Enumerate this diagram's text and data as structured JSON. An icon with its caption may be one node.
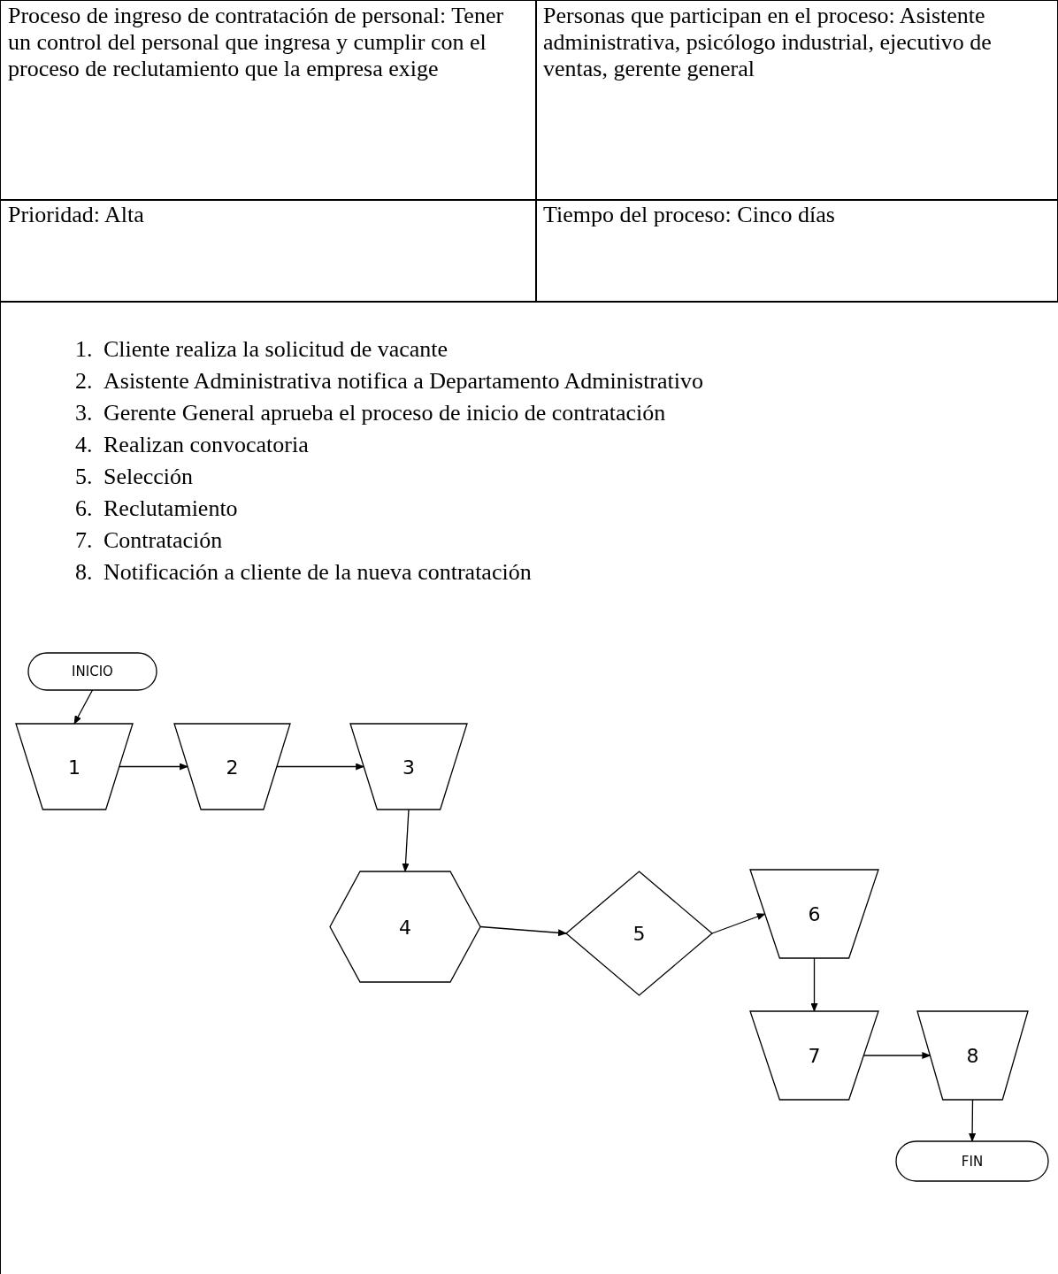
{
  "diagram": {
    "nodes": [
      {
        "text": [
          "INICIO"
        ]
      },
      {
        "text": [
          "1"
        ]
      },
      {
        "text": [
          "2"
        ]
      },
      {
        "text": [
          "3"
        ]
      },
      {
        "text": [
          "4"
        ]
      },
      {
        "text": [
          "5"
        ]
      },
      {
        "text": [
          "6"
        ]
      },
      {
        "text": [
          "7"
        ]
      },
      {
        "text": [
          "8"
        ]
      },
      {
        "text": [
          "FIN"
        ]
      }
    ],
    "edges": [
      {
        "from": 0,
        "to": 1,
        "arrow": "to"
      },
      {
        "from": 1,
        "to": 2,
        "arrow": "to"
      },
      {
        "from": 2,
        "to": 3,
        "arrow": "to"
      },
      {
        "from": 3,
        "to": 4,
        "arrow": "to"
      },
      {
        "from": 4,
        "to": 5,
        "arrow": "to"
      },
      {
        "from": 5,
        "to": 6,
        "arrow": "to"
      },
      {
        "from": 6,
        "to": 7,
        "arrow": "to"
      },
      {
        "from": 7,
        "to": 8,
        "arrow": "to"
      },
      {
        "from": 8,
        "to": 9,
        "arrow": "to"
      }
    ],
    "labels": [
      "Proceso de ingreso de contratación de personal: Tener un control del personal que ingresa y cumplir con  el proceso de reclutamiento que la empresa exige",
      "Personas que participan en el proceso: Asistente administrativa, psicólogo industrial, ejecutivo de ventas, gerente general",
      "Prioridad: Alta",
      "Tiempo del proceso: Cinco días",
      "1.",
      "Cliente realiza la solicitud de vacante",
      "2.",
      "Asistente Administrativa notifica a Departamento Administrativo",
      "3.",
      "Gerente General aprueba el proceso de inicio de contratación",
      "4.",
      "Realizan convocatoria",
      "5.",
      "Selección",
      "6.",
      "Reclutamiento",
      "7.",
      "Contratación",
      "8.",
      "Notificación a cliente de la nueva contratación"
    ]
  }
}
